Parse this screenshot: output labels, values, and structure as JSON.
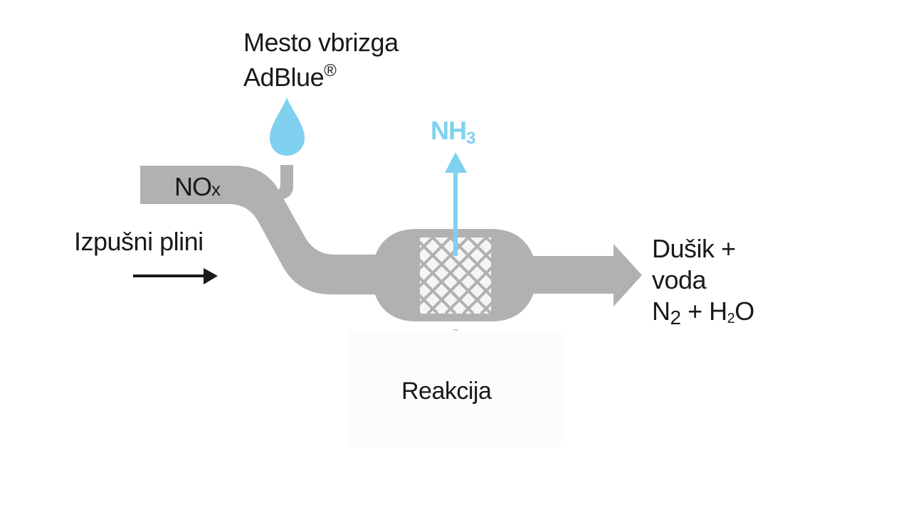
{
  "diagram": {
    "injection_label_line1": "Mesto vbrizga",
    "injection_label_line2": "AdBlue",
    "injection_label_mark": "®",
    "pipe_gas_label_main": "NO",
    "pipe_gas_label_sub": "x",
    "ammonia_label_main": "NH",
    "ammonia_label_sub": "3",
    "input_label": "Izpušni plini",
    "output_label_line1": "Dušik +",
    "output_label_line2": "voda",
    "output_formula_n": "N",
    "output_formula_n_sub": "2",
    "output_formula_plus": " + H",
    "output_formula_h_sub": "2",
    "output_formula_o": "O",
    "reaction_label": "Reakcija",
    "icons": {
      "drop": "adblue-drop-icon",
      "ammonia_arrow": "up-arrow-icon",
      "input_arrow": "right-arrow-icon",
      "output_arrow": "right-arrow-icon",
      "catalyst": "catalyst-mesh-icon"
    },
    "colors": {
      "pipe": "#b1b1b1",
      "adblue": "#7fd1ef",
      "mesh_bg": "#f5f5f5",
      "text": "#1a1a1a"
    }
  }
}
